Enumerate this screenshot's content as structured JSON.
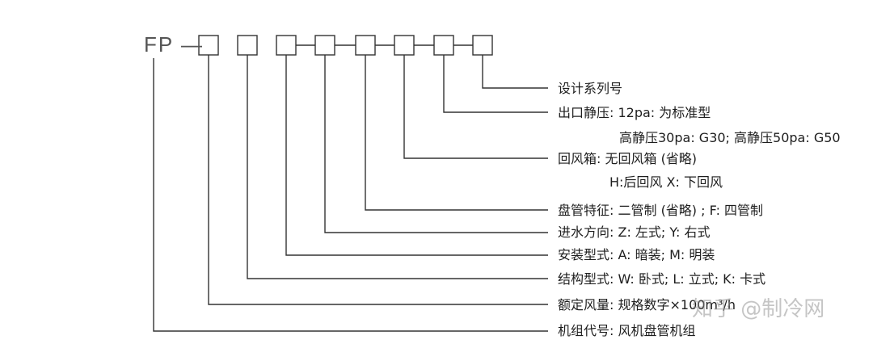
{
  "prefix": "FP —",
  "labels": {
    "design_series": "设计系列号",
    "static_pressure": "出口静压: 12pa: 为标准型",
    "static_pressure_high": "高静压30pa: G30; 高静压50pa: G50",
    "return_box": "回风箱: 无回风箱 (省略)",
    "return_box_options": "H:后回风  X: 下回风",
    "coil_feature": "盘管特征: 二管制 (省略) ; F: 四管制",
    "water_inlet": "进水方向: Z: 左式; Y: 右式",
    "install_type": "安装型式: A: 暗装; M: 明装",
    "structure_type": "结构型式: W: 卧式; L: 立式; K: 卡式",
    "rated_airflow": "额定风量: 规格数字×100m³/h",
    "unit_code": "机组代号: 风机盘管机组"
  },
  "watermark": "知乎 @制冷网",
  "colors": {
    "line": "#333333",
    "text": "#1e1e1e"
  }
}
